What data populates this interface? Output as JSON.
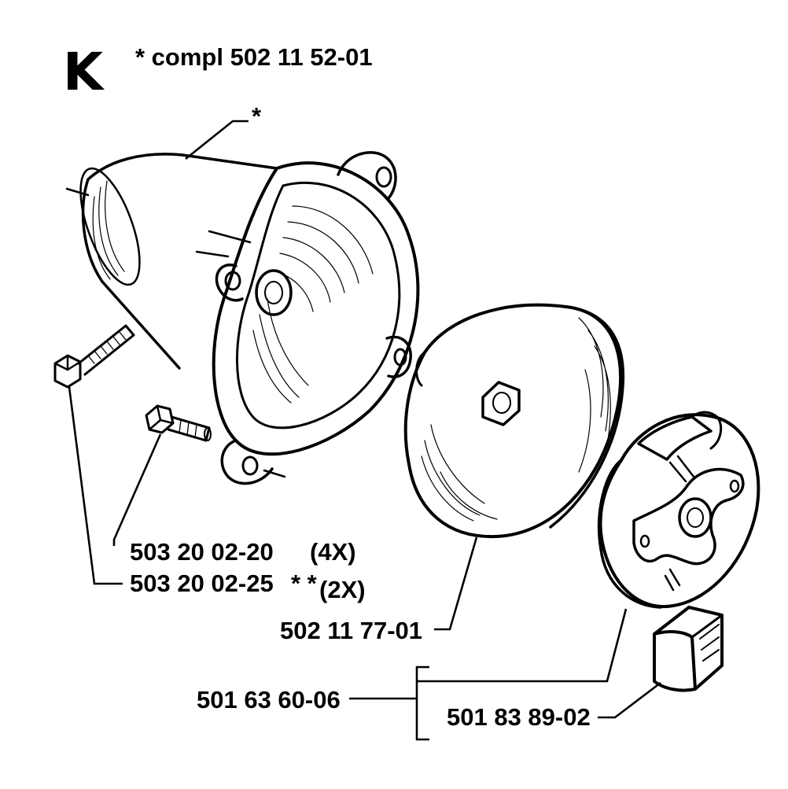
{
  "section": {
    "letter": "K",
    "compl_note": "*  compl 502 11 52-01"
  },
  "callouts": {
    "housing_star": "*",
    "bolt_short": {
      "part_no": "503 20 02-20",
      "qty": "(4X)"
    },
    "bolt_long": {
      "part_no": "503 20 02-25",
      "marks": "* *",
      "qty": "(2X)"
    },
    "clutch_drum": "502 11 77-01",
    "clutch_assembly": "501 63 60-06",
    "clutch_shoe": "501 83 89-02"
  }
}
